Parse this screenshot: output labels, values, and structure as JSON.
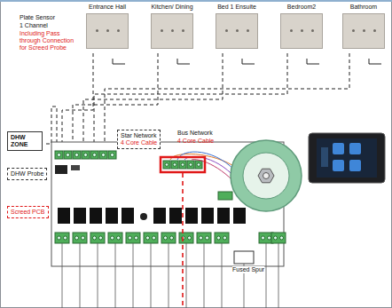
{
  "diagram": {
    "nodes": [
      {
        "text": [
          "Entrance Hall"
        ]
      },
      {
        "text": [
          "Kitchen/ Dining"
        ]
      },
      {
        "text": [
          "Bed 1 Ensuite"
        ]
      },
      {
        "text": [
          "Bedroom2"
        ]
      },
      {
        "text": [
          "Bathroom"
        ]
      },
      {
        "text": [
          "DHW ZONE"
        ]
      },
      {
        "text": [
          "DHW Probe"
        ]
      },
      {
        "text": [
          "Screed PCB"
        ]
      },
      {
        "text": [
          "Star Network",
          "4 Core Cable"
        ]
      }
    ],
    "labels": [
      "Plate Sensor",
      "1 Channel",
      "Including Pass through Connection for Screed Probe",
      "Bus Network",
      "4 Core Cable",
      "Fused Spur"
    ]
  }
}
